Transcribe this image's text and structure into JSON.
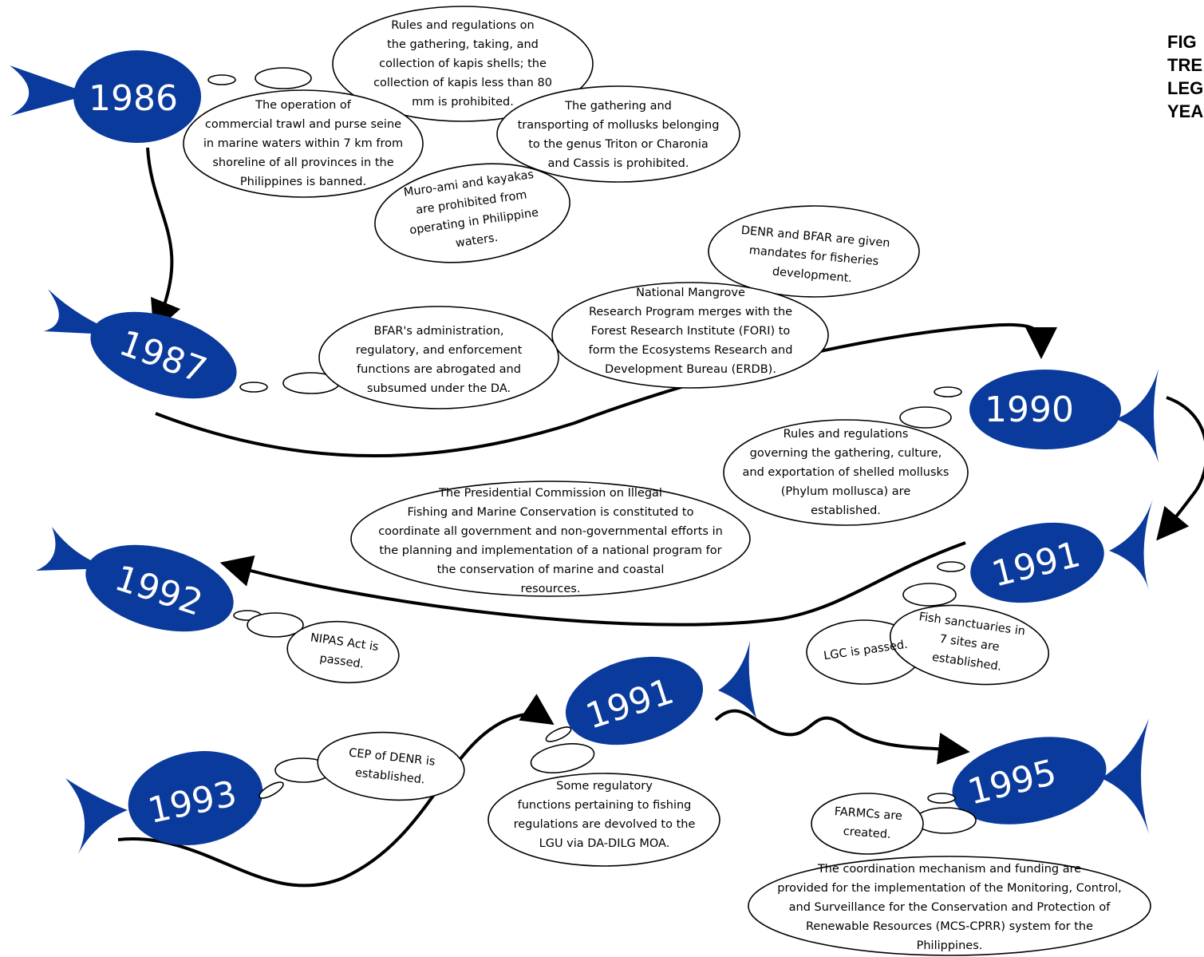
{
  "figure_title": "FIG\nTRE\nLEG\nYEA",
  "years": [
    "1986",
    "1987",
    "1990",
    "1991",
    "1992",
    "1991",
    "1993",
    "1995"
  ],
  "bubbles": {
    "kapis": "Rules and regulations on\nthe gathering, taking, and\ncollection of kapis shells; the\ncollection of kapis less than 80\nmm is prohibited.",
    "trawl": "The operation of\ncommercial trawl and purse seine\nin marine waters within 7 km from\nshoreline of all provinces in the\nPhilippines is banned.",
    "triton": "The gathering and\ntransporting of mollusks belonging\nto the genus Triton or Charonia\nand Cassis is prohibited.",
    "muroami": "Muro-ami and kayakas\nare prohibited from\noperating in Philippine\nwaters.",
    "denr_bfar": "DENR and BFAR are given\nmandates for fisheries\ndevelopment.",
    "mangrove": "National Mangrove\nResearch Program merges with the\nForest Research Institute (FORI) to\nform the Ecosystems Research and\nDevelopment Bureau (ERDB).",
    "bfar_admin": "BFAR's administration,\nregulatory, and enforcement\nfunctions are abrogated and\nsubsumed under the DA.",
    "mollusks": "Rules and regulations\ngoverning the gathering, culture,\nand exportation of shelled mollusks\n(Phylum mollusca) are\nestablished.",
    "commission": "The Presidential Commission on Illegal\nFishing and Marine Conservation is constituted to\ncoordinate all government and non-governmental efforts in\nthe planning and implementation of a national program for\nthe conservation of marine and coastal\nresources.",
    "lgc": "LGC is passed.",
    "sanctuaries": "Fish sanctuaries in\n7 sites are\nestablished.",
    "nipas": "NIPAS Act is\npassed.",
    "cep": "CEP of DENR is\nestablished.",
    "devolved": "Some regulatory\nfunctions pertaining to fishing\nregulations are devolved to the\nLGU via DA-DILG MOA.",
    "farmcs": "FARMCs are\ncreated.",
    "mcs": "The coordination mechanism and funding are\nprovided for the implementation of the Monitoring, Control,\nand Surveillance for the Conservation and Protection of\nRenewable Resources (MCS-CPRR) system for the\nPhilippines."
  },
  "colors": {
    "fish": "#0a3a9c",
    "ink": "#000000",
    "background": "#ffffff"
  }
}
